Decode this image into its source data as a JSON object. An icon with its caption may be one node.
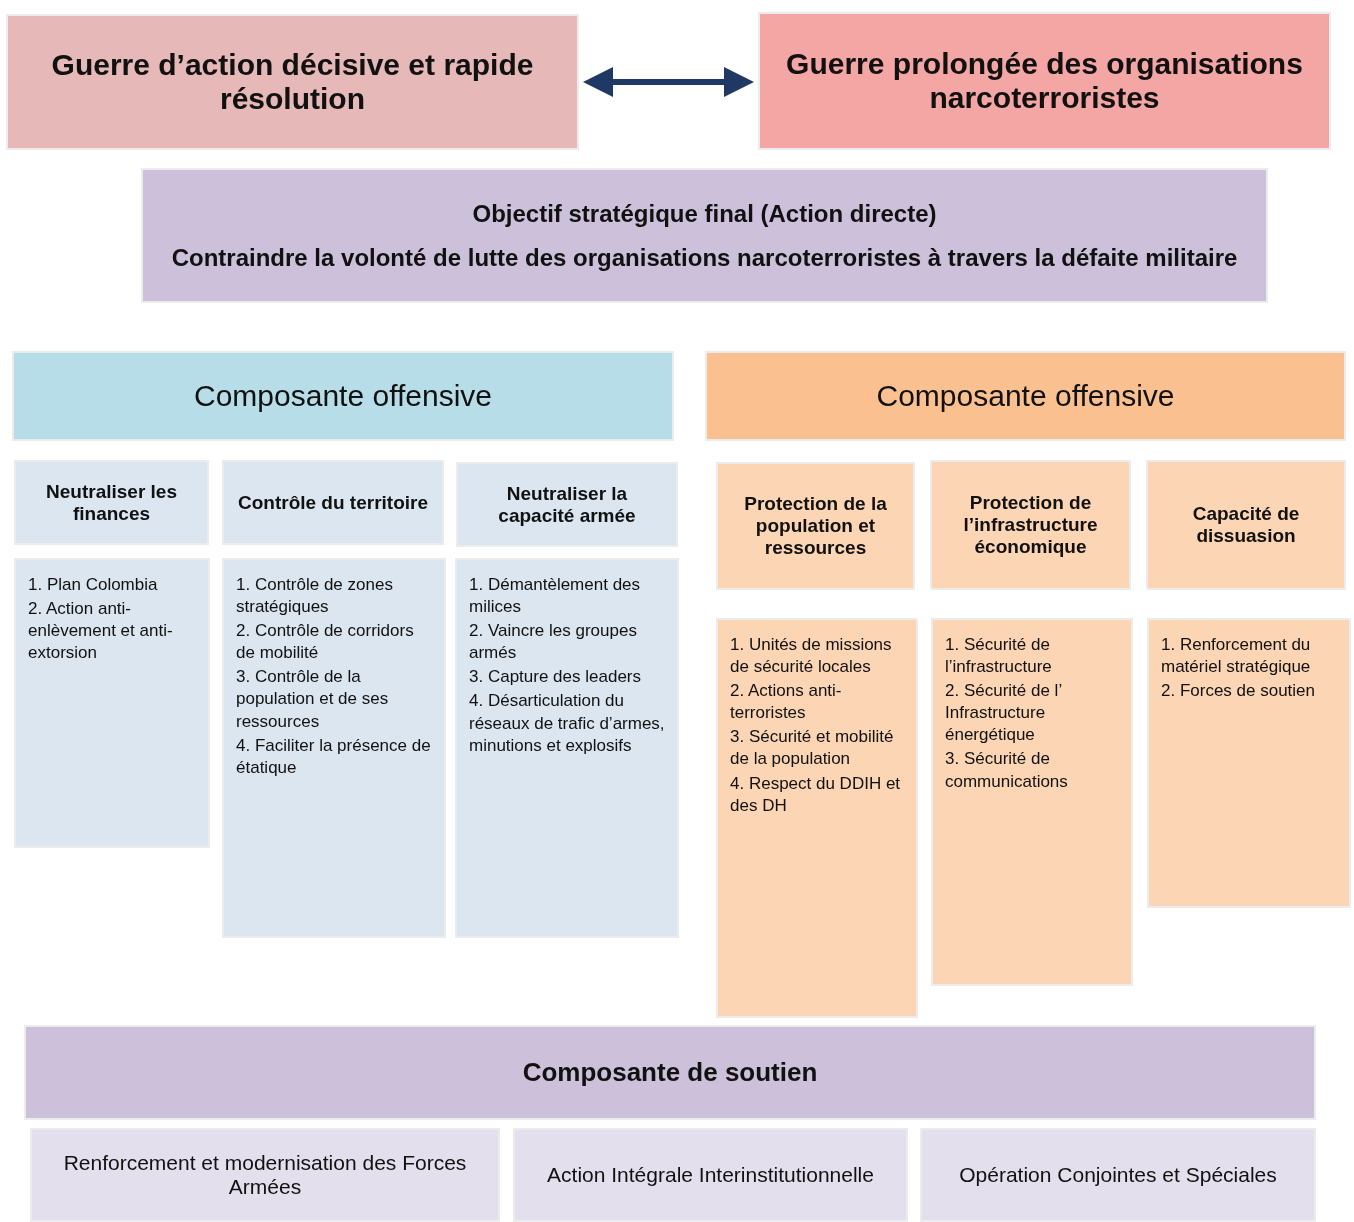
{
  "diagram": {
    "nodes": [
      {
        "text": [
          "Guerre d’action décisive et rapide résolution"
        ]
      },
      {
        "text": [
          "Guerre prolongée des organisations narcoterroristes"
        ]
      },
      {
        "text": [
          "Objectif stratégique final (Action directe)",
          "Contraindre la volonté de lutte des organisations narcoterroristes à travers la défaite militaire"
        ]
      },
      {
        "text": [
          "Composante offensive"
        ]
      },
      {
        "text": [
          "Neutraliser les finances"
        ]
      },
      {
        "text": [
          "Contrôle du territoire"
        ]
      },
      {
        "text": [
          "Neutraliser la capacité armée"
        ]
      },
      {
        "text": [
          "1. Plan Colombia",
          "2. Action anti-enlèvement et anti-extorsion"
        ]
      },
      {
        "text": [
          "1. Contrôle de zones stratégiques",
          "2. Contrôle de corridors de mobilité",
          "3. Contrôle de la population et de ses ressources",
          "4. Faciliter la présence de étatique"
        ]
      },
      {
        "text": [
          "1. Démantèlement des milices",
          "2. Vaincre les groupes armés",
          "3. Capture des leaders",
          "4. Désarticulation du réseaux de trafic d’armes, minutions et explosifs"
        ]
      },
      {
        "text": [
          "Composante offensive"
        ]
      },
      {
        "text": [
          "Protection de la population et ressources"
        ]
      },
      {
        "text": [
          "Protection de l’infrastructure économique"
        ]
      },
      {
        "text": [
          "Capacité de dissuasion"
        ]
      },
      {
        "text": [
          "1. Unités de missions de sécurité locales",
          "2. Actions anti-terroristes",
          "3. Sécurité et mobilité de la population",
          "4. Respect du DDIH et des DH"
        ]
      },
      {
        "text": [
          "1. Sécurité de l’infrastructure",
          "2. Sécurité de l’ Infrastructure énergétique",
          "3. Sécurité de communications"
        ]
      },
      {
        "text": [
          "1. Renforcement du matériel stratégique",
          "2. Forces de soutien"
        ]
      },
      {
        "text": [
          "Composante de soutien"
        ]
      },
      {
        "text": [
          "Renforcement et modernisation des Forces Armées"
        ]
      },
      {
        "text": [
          "Action Intégrale Interinstitutionnelle"
        ]
      },
      {
        "text": [
          "Opération Conjointes et Spéciales"
        ]
      }
    ],
    "edges": [
      {
        "from": 0,
        "to": 1,
        "arrow": "both"
      }
    ]
  }
}
